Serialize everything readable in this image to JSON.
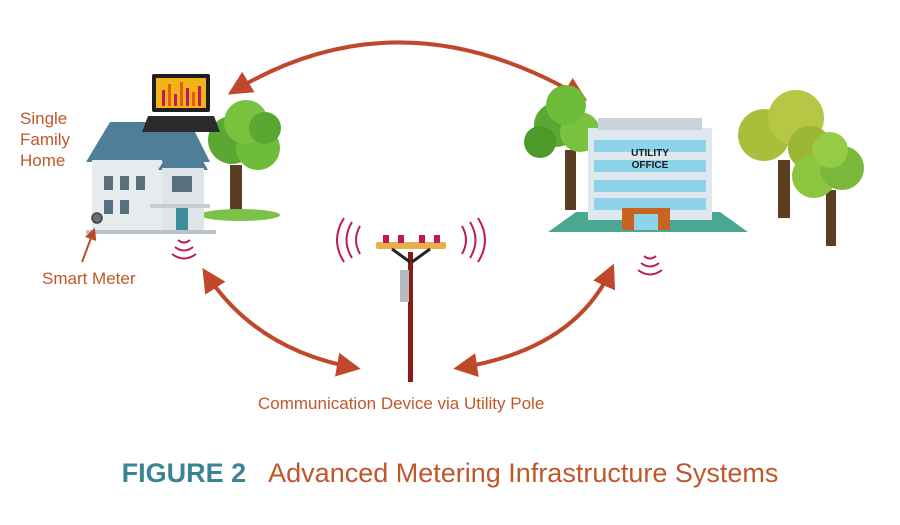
{
  "labels": {
    "home_line1": "Single",
    "home_line2": "Family",
    "home_line3": "Home",
    "smart_meter": "Smart Meter",
    "pole": "Communication Device via Utility Pole"
  },
  "building_sign": {
    "line1": "UTILITY",
    "line2": "OFFICE"
  },
  "caption": {
    "number": "FIGURE 2",
    "title": "Advanced Metering Infrastructure Systems"
  },
  "colors": {
    "arrow": "#c0482a",
    "label": "#c0572b",
    "caption_number": "#3b8494",
    "signal": "#c2185b",
    "pole": "#8a1a16"
  },
  "icons": [
    "house-icon",
    "laptop-icon",
    "utility-office-icon",
    "tree-icon",
    "utility-pole-icon",
    "signal-waves-icon",
    "smart-meter-icon"
  ]
}
